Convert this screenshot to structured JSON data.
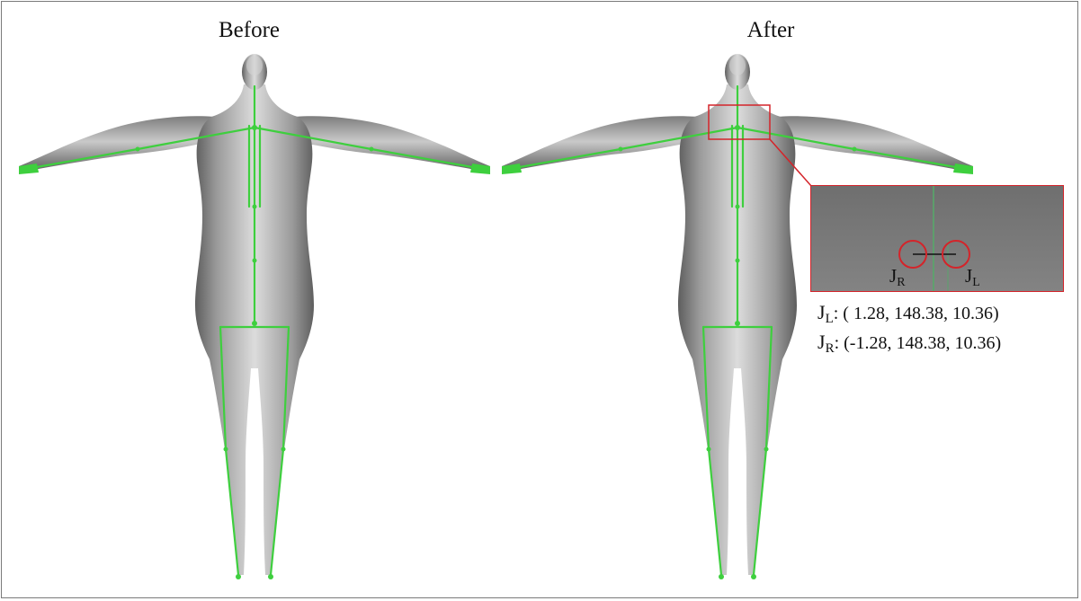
{
  "panels": {
    "before_title": "Before",
    "after_title": "After"
  },
  "inset": {
    "label_right_joint": "J",
    "label_right_sub": "R",
    "label_left_joint": "J",
    "label_left_sub": "L"
  },
  "coordinates": {
    "left_joint": {
      "name": "J",
      "sub": "L",
      "value": ": ( 1.28, 148.38, 10.36)"
    },
    "right_joint": {
      "name": "J",
      "sub": "R",
      "value": ": (-1.28, 148.38, 10.36)"
    }
  },
  "colors": {
    "skeleton": "#3ecf3e",
    "highlight": "#d4242a",
    "mesh_light": "#d9d9d9",
    "mesh_dark": "#6a6a6a"
  }
}
